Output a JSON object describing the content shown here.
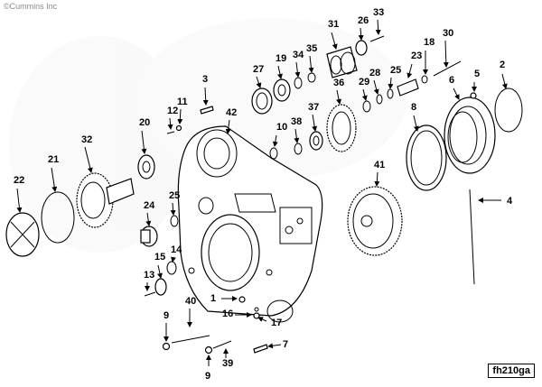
{
  "copyright": "©Cummins Inc",
  "figure_code": "fh210ga",
  "colors": {
    "ink": "#000000",
    "watermark": "#eeeeee",
    "copyright": "#8a8a8a"
  },
  "callouts": [
    "1",
    "2",
    "3",
    "4",
    "5",
    "6",
    "7",
    "8",
    "9",
    "9",
    "10",
    "11",
    "12",
    "13",
    "14",
    "15",
    "16",
    "17",
    "18",
    "19",
    "20",
    "21",
    "22",
    "23",
    "24",
    "25",
    "25",
    "26",
    "27",
    "28",
    "29",
    "30",
    "31",
    "32",
    "33",
    "34",
    "35",
    "36",
    "37",
    "38",
    "39",
    "40",
    "41",
    "42"
  ]
}
